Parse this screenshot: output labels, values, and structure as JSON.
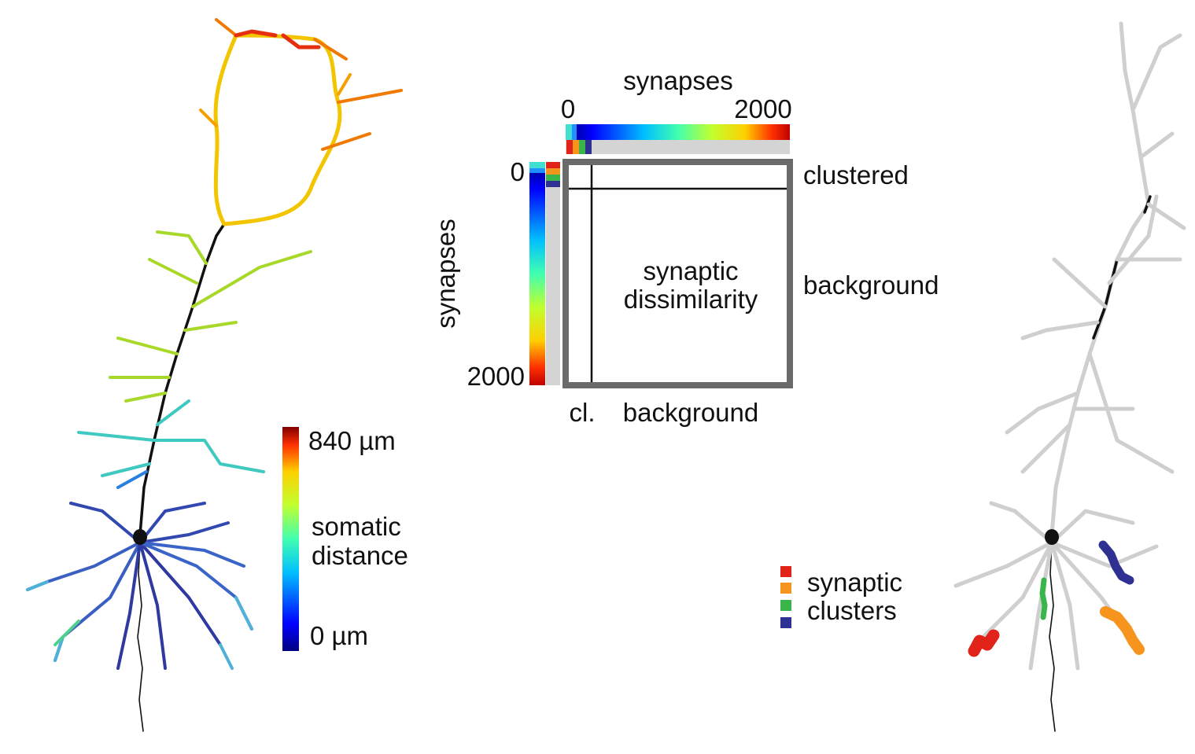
{
  "left_neuron": {
    "colorbar": {
      "max_label": "840 µm",
      "min_label": "0 µm",
      "title_line1": "somatic",
      "title_line2": "distance",
      "colormap": "jet"
    }
  },
  "matrix": {
    "top_axis_title": "synapses",
    "top_axis_min": "0",
    "top_axis_max": "2000",
    "left_axis_title": "synapses",
    "left_axis_min": "0",
    "left_axis_max": "2000",
    "center_line1": "synaptic",
    "center_line2": "dissimilarity",
    "row_label_clustered": "clustered",
    "row_label_background": "background",
    "col_label_cl": "cl.",
    "col_label_background": "background",
    "cluster_colors": [
      "#e2231a",
      "#f7941d",
      "#39b54a",
      "#2e3192"
    ],
    "background_color": "#d4d4d4"
  },
  "right_neuron": {
    "legend_line1": "synaptic",
    "legend_line2": "clusters",
    "cluster_colors": [
      "#e2231a",
      "#f7941d",
      "#39b54a",
      "#2e3192"
    ],
    "dendrite_color": "#cfcfcf"
  }
}
